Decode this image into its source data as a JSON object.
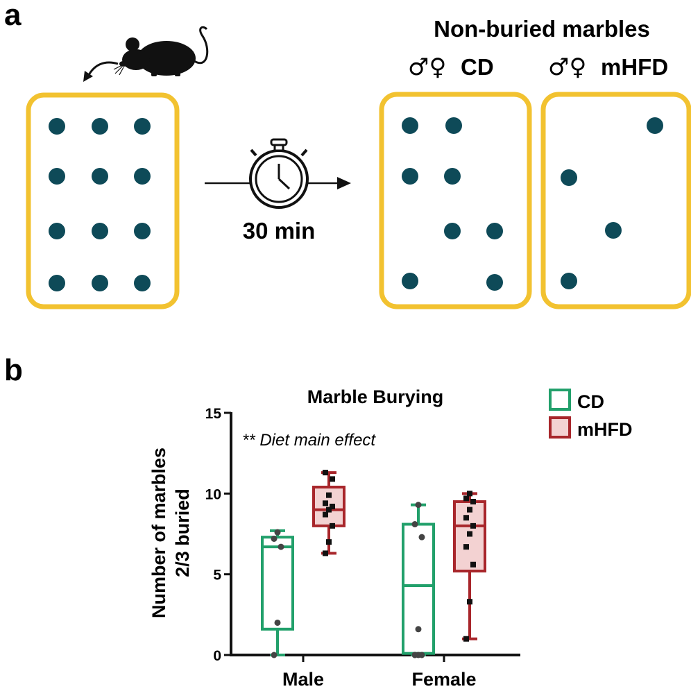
{
  "panel_a": {
    "letter": "a",
    "heading": "Non-buried marbles",
    "cd_symbols": "♂♀",
    "cd_label": "CD",
    "mhfd_symbols": "♂♀",
    "mhfd_label": "mHFD",
    "duration": "30 min",
    "marble_color": "#0e4a58",
    "arena_color": "#f2c230"
  },
  "panel_b": {
    "letter": "b",
    "legend": [
      {
        "label": "CD",
        "stroke": "#22a06b",
        "fill": "#ffffff"
      },
      {
        "label": "mHFD",
        "stroke": "#a8262b",
        "fill": "#f3d2d2"
      }
    ]
  },
  "chart_data": {
    "type": "box",
    "title": "Marble Burying",
    "annotation": "** Diet main effect",
    "ylabel_lines": [
      "Number of marbles",
      "2/3 buried"
    ],
    "xlabel": "",
    "ylim": [
      0,
      15
    ],
    "yticks": [
      0,
      5,
      10,
      15
    ],
    "categories": [
      "Male",
      "Female"
    ],
    "series": [
      {
        "name": "CD",
        "boxes": [
          {
            "category": "Male",
            "min": 0,
            "q1": 1.6,
            "median": 6.7,
            "q3": 7.3,
            "max": 7.7,
            "points": [
              0,
              2,
              6.7,
              7.2,
              7.6
            ]
          },
          {
            "category": "Female",
            "min": 0,
            "q1": 0.1,
            "median": 4.3,
            "q3": 8.1,
            "max": 9.3,
            "points": [
              0,
              0,
              0,
              0,
              1.6,
              7.3,
              8.1,
              9.3
            ]
          }
        ]
      },
      {
        "name": "mHFD",
        "boxes": [
          {
            "category": "Male",
            "min": 6.3,
            "q1": 8.0,
            "median": 9.0,
            "q3": 10.4,
            "max": 11.3,
            "points": [
              6.3,
              7.0,
              8.0,
              8.7,
              9.0,
              9.2,
              9.4,
              9.9,
              10.9,
              11.3
            ]
          },
          {
            "category": "Female",
            "min": 1.0,
            "q1": 5.2,
            "median": 8.0,
            "q3": 9.5,
            "max": 10.0,
            "points": [
              1.0,
              3.3,
              5.6,
              6.7,
              7.5,
              8.0,
              8.5,
              9.0,
              9.5,
              9.7,
              10.0
            ]
          }
        ]
      }
    ]
  }
}
